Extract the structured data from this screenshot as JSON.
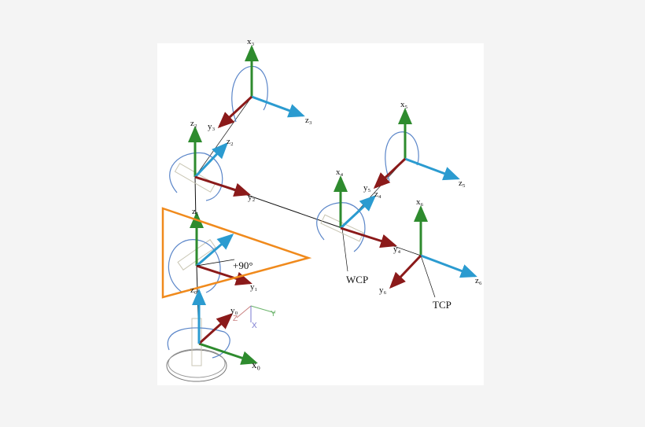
{
  "colors": {
    "x_axis": "#2e8b2e",
    "y_axis": "#8b1a1a",
    "z_axis": "#2b9bd0",
    "rotation": "#5b86c9",
    "plane": "#f08a1c",
    "link": "#111111"
  },
  "labels": {
    "x0": "x₀",
    "y0": "y₀",
    "z0": "z₀",
    "y1": "y₁",
    "z1": "z₁",
    "angle": "+90°",
    "x2": "z₂",
    "y2": "y₂",
    "z2": "z₂",
    "x3": "x₃",
    "y3": "y₃",
    "z3": "z₃",
    "x4": "x₄",
    "y4": "y₄",
    "z4": "z₄",
    "x5": "x₅",
    "y5": "y₅",
    "z5": "z₅",
    "x6": "x₆",
    "y6": "y₆",
    "z6": "z₆",
    "wcp": "WCP",
    "tcp": "TCP"
  },
  "legend": {
    "z": "Z",
    "y": "Y",
    "x": "X"
  }
}
